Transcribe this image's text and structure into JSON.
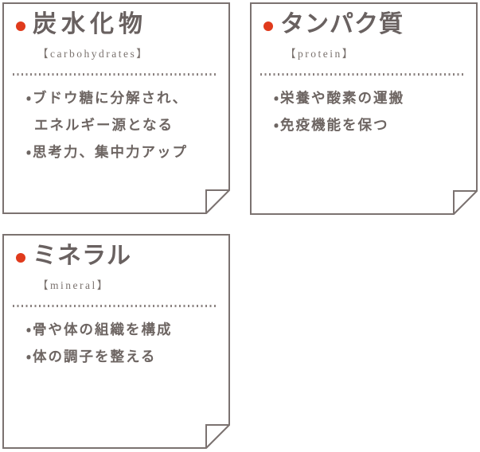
{
  "page": {
    "background": "#ffffff"
  },
  "colors": {
    "card_border": "#7b7270",
    "title_text": "#696160",
    "subtitle_text": "#7b736f",
    "body_text": "#6d6562",
    "bullet_dot": "#e03a1c",
    "divider_dots": "#8b8381"
  },
  "cards": [
    {
      "title": "炭水化物",
      "subtitle": "【carbohydrates】",
      "lines": [
        "・ブドウ糖に分解され、",
        "エネルギー源となる",
        "・思考力、集中力アップ"
      ]
    },
    {
      "title": "タンパク質",
      "subtitle": "【protein】",
      "lines": [
        "・栄養や酸素の運搬",
        "・免疫機能を保つ"
      ]
    },
    {
      "title": "ミネラル",
      "subtitle": "【mineral】",
      "lines": [
        "・骨や体の組織を構成",
        "・体の調子を整える"
      ]
    }
  ]
}
